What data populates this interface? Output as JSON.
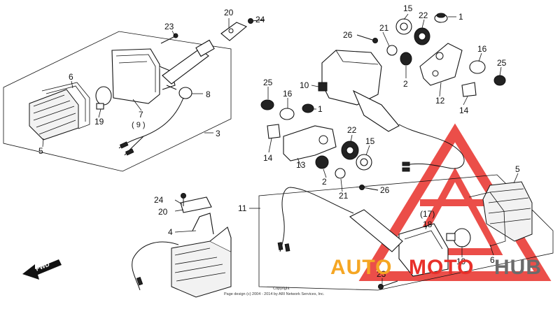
{
  "diagram": {
    "callouts": {
      "c1a": "1",
      "c1b": "1",
      "c2a": "2",
      "c2b": "2",
      "c3": "3",
      "c4": "4",
      "c5a": "5",
      "c5b": "5",
      "c6a": "6",
      "c6b": "6",
      "c7": "7",
      "c7sub": "( 9 )",
      "c8": "8",
      "c10": "10",
      "c11": "11",
      "c12": "12",
      "c13": "13",
      "c14a": "14",
      "c14b": "14",
      "c15a": "15",
      "c15b": "15",
      "c16a": "16",
      "c16b": "16",
      "c17": "(17)",
      "c18": "18",
      "c19a": "19",
      "c19b": "19",
      "c20a": "20",
      "c20b": "20",
      "c21a": "21",
      "c21b": "21",
      "c22a": "22",
      "c22b": "22",
      "c23a": "23",
      "c23b": "23",
      "c24a": "24",
      "c24b": "24",
      "c25a": "25",
      "c25b": "25",
      "c26a": "26",
      "c26b": "26"
    },
    "fwd_label": "FWD",
    "copyright_line1": "Copyright",
    "copyright_line2": "Page design (c) 2004 - 2014 by ARI Network Services, Inc.",
    "watermark": {
      "auto": "AUTO",
      "moto": "MOTO",
      "hub": "HUB",
      "color_auto": "#f5a623",
      "color_moto": "#e8302a",
      "color_hub": "#6b6b6b"
    }
  }
}
